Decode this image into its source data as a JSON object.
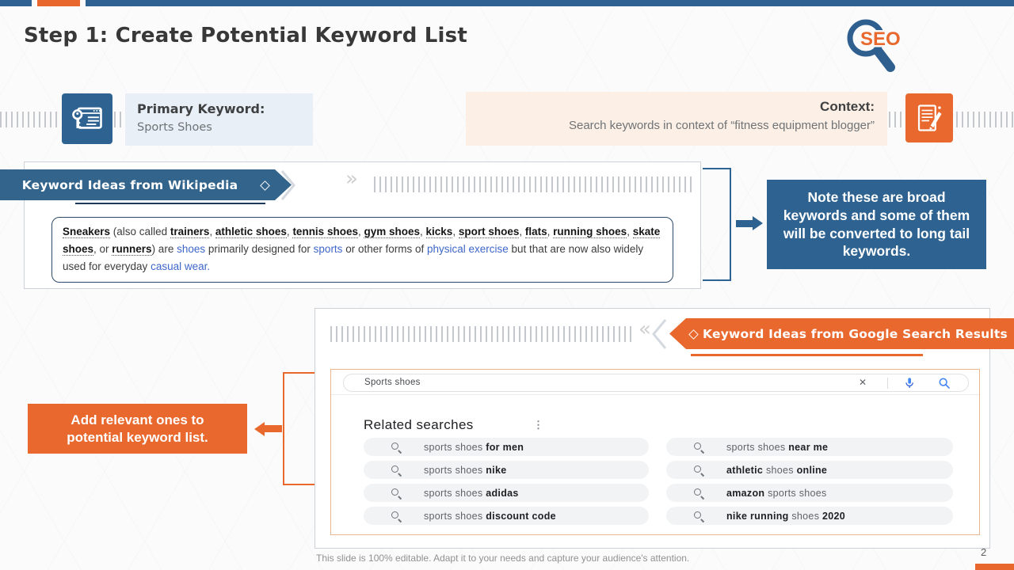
{
  "slide": {
    "title": "Step 1: Create Potential Keyword List",
    "logo_text": "SEO",
    "page_number": "2",
    "footer_note": "This slide is 100% editable. Adapt it to your needs and capture your audience's attention."
  },
  "colors": {
    "blue": "#2E6391",
    "banner_blue": "#33658C",
    "orange": "#E8682D",
    "topbar_blue": "#2F6292",
    "light_blue_bg": "#E9EFF6",
    "peach_bg": "#FCEFE5",
    "link_blue": "#3E66C9",
    "pill_bg": "#F1F3F4"
  },
  "primary_keyword": {
    "label": "Primary Keyword:",
    "value": "Sports Shoes"
  },
  "context": {
    "label": "Context:",
    "value": "Search keywords in context of “fitness equipment blogger”"
  },
  "wikipedia_section": {
    "banner_label": "Keyword Ideas from Wikipedia",
    "excerpt_segments": [
      {
        "t": "Sneakers",
        "b": true,
        "u": true
      },
      {
        "t": " (also called "
      },
      {
        "t": "trainers",
        "b": true,
        "u": true
      },
      {
        "t": ", "
      },
      {
        "t": "athletic shoes",
        "b": true,
        "u": true
      },
      {
        "t": ", "
      },
      {
        "t": "tennis shoes",
        "b": true,
        "u": true
      },
      {
        "t": ", "
      },
      {
        "t": "gym shoes",
        "b": true,
        "u": true
      },
      {
        "t": ", "
      },
      {
        "t": "kicks",
        "b": true,
        "u": true
      },
      {
        "t": ", "
      },
      {
        "t": "sport shoes",
        "b": true,
        "u": true
      },
      {
        "t": ", "
      },
      {
        "t": "flats",
        "b": true,
        "u": true
      },
      {
        "t": ", "
      },
      {
        "t": "running shoes",
        "b": true,
        "u": true
      },
      {
        "t": ", "
      },
      {
        "t": "skate shoes",
        "b": true,
        "u": true
      },
      {
        "t": ", or "
      },
      {
        "t": "runners",
        "b": true,
        "u": true
      },
      {
        "t": ") are "
      },
      {
        "t": "shoes",
        "link": true
      },
      {
        "t": " primarily designed for "
      },
      {
        "t": "sports",
        "link": true
      },
      {
        "t": " or other forms of "
      },
      {
        "t": "physical exercise",
        "link": true
      },
      {
        "t": " but that are now also widely used for everyday "
      },
      {
        "t": "casual wear.",
        "link": true
      }
    ]
  },
  "note_box": {
    "text": "Note these are broad keywords and some of them will be converted to long tail keywords."
  },
  "google_section": {
    "banner_label": "Keyword Ideas from Google Search Results",
    "search_query": "Sports shoes",
    "related_searches_title": "Related searches",
    "pills_left": [
      [
        {
          "t": "sports shoes "
        },
        {
          "t": "for men",
          "b": true
        }
      ],
      [
        {
          "t": "sports shoes "
        },
        {
          "t": "nike",
          "b": true
        }
      ],
      [
        {
          "t": "sports shoes "
        },
        {
          "t": "adidas",
          "b": true
        }
      ],
      [
        {
          "t": "sports shoes "
        },
        {
          "t": "discount code",
          "b": true
        }
      ]
    ],
    "pills_right": [
      [
        {
          "t": "sports shoes "
        },
        {
          "t": "near me",
          "b": true
        }
      ],
      [
        {
          "t": "athletic",
          "b": true
        },
        {
          "t": " shoes "
        },
        {
          "t": "online",
          "b": true
        }
      ],
      [
        {
          "t": "amazon",
          "b": true
        },
        {
          "t": " sports shoes"
        }
      ],
      [
        {
          "t": "nike running",
          "b": true
        },
        {
          "t": " shoes "
        },
        {
          "t": "2020",
          "b": true
        }
      ]
    ]
  },
  "action_box": {
    "text": "Add relevant ones to potential keyword list."
  }
}
